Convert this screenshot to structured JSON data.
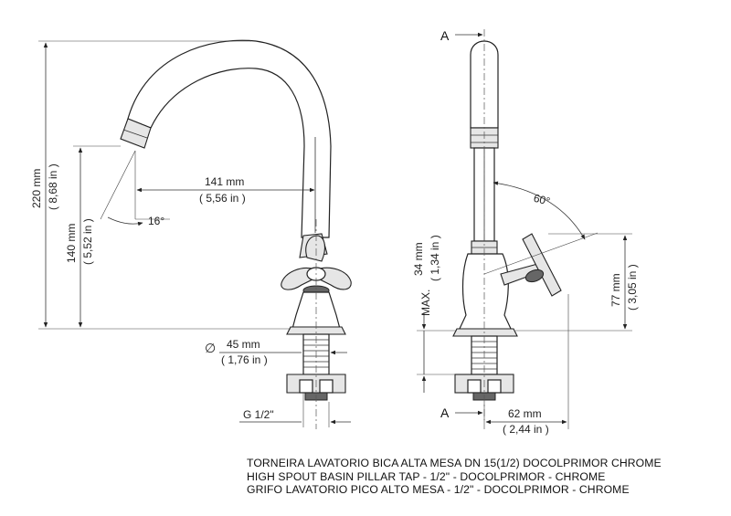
{
  "drawing": {
    "section_mark_top": "A",
    "section_mark_bottom": "A",
    "dimensions": {
      "height_220_mm": "220 mm",
      "height_220_in": "( 8,68 in )",
      "height_140_mm": "140 mm",
      "height_140_in": "( 5,52 in )",
      "reach_141_mm": "141 mm",
      "reach_141_in": "( 5,56 in )",
      "angle_16": "16°",
      "diameter_symbol": "∅",
      "diameter_45_mm": "45 mm",
      "diameter_45_in": "( 1,76 in )",
      "thread": "G 1/2\"",
      "max_label": "MAX.",
      "deck_34_mm": "34 mm",
      "deck_34_in": "( 1,34 in )",
      "angle_60": "60°",
      "handle_77_mm": "77 mm",
      "handle_77_in": "( 3,05 in )",
      "depth_62_mm": "62 mm",
      "depth_62_in": "( 2,44 in )"
    }
  },
  "title_block": {
    "line_pt": "TORNEIRA LAVATORIO BICA ALTA MESA DN 15(1/2) DOCOLPRIMOR CHROME",
    "line_en": "HIGH SPOUT BASIN PILLAR TAP - 1/2\" - DOCOLPRIMOR - CHROME",
    "line_es": "GRIFO LAVATORIO PICO ALTO MESA - 1/2\" - DOCOLPRIMOR - CHROME"
  }
}
